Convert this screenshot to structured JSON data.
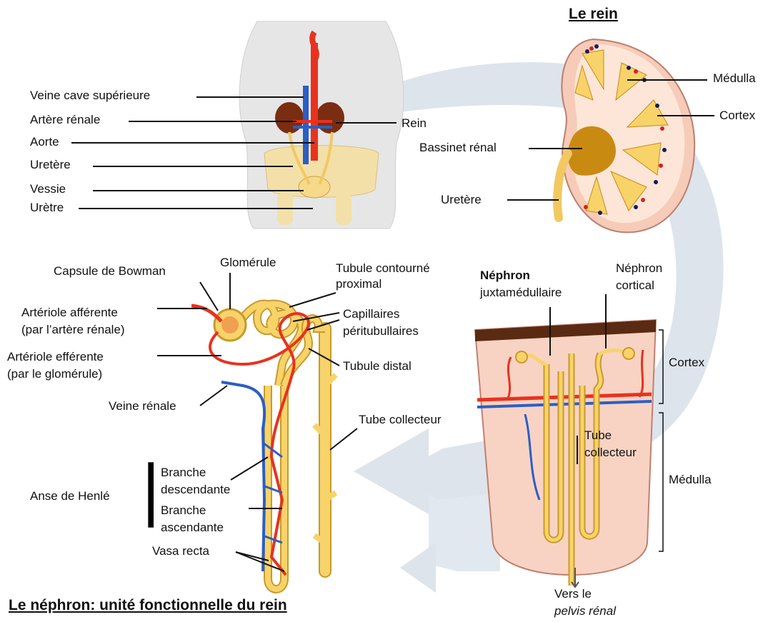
{
  "titles": {
    "kidney": "Le rein",
    "nephron": "Le néphron: unité fonctionnelle du rein"
  },
  "body_labels": {
    "veine_cave": "Veine cave supérieure",
    "artere_renale": "Artère rénale",
    "aorte": "Aorte",
    "uretere": "Uretère",
    "vessie": "Vessie",
    "uretre": "Urètre",
    "rein": "Rein"
  },
  "kidney_labels": {
    "medulla": "Médulla",
    "cortex": "Cortex",
    "bassinet": "Bassinet rénal",
    "uretere": "Uretère"
  },
  "nephron_labels": {
    "capsule": "Capsule de Bowman",
    "glomerule": "Glomérule",
    "tubule_proximal_1": "Tubule contourné",
    "tubule_proximal_2": "proximal",
    "arteriole_aff_1": "Artériole afférente",
    "arteriole_aff_2": "(par l’artère rénale)",
    "capillaires_1": "Capillaires",
    "capillaires_2": "péritubullaires",
    "arteriole_eff_1": "Artériole efférente",
    "arteriole_eff_2": "(par le glomérule)",
    "tubule_distal": "Tubule distal",
    "veine_renale": "Veine rénale",
    "tube_collecteur": "Tube collecteur",
    "anse": "Anse de Henlé",
    "branche_desc_1": "Branche",
    "branche_desc_2": "descendante",
    "branche_asc_1": "Branche",
    "branche_asc_2": "ascendante",
    "vasa_recta": "Vasa recta"
  },
  "section_labels": {
    "nephron_juxta_1": "Néphron",
    "nephron_juxta_2": "juxtamédullaire",
    "nephron_cort_1": "Néphron",
    "nephron_cort_2": "cortical",
    "cortex": "Cortex",
    "tube_1": "Tube",
    "tube_2": "collecteur",
    "medulla": "Médulla",
    "vers_1": "Vers le",
    "vers_2": "pelvis rénal"
  },
  "colors": {
    "artery": "#e8321e",
    "vein": "#2a5fc4",
    "tubule": "#f7d36a",
    "tubule_edge": "#c99a2a",
    "kidney_pink": "#f6cbb7",
    "kidney_medulla": "#c98a12",
    "cortex_brown": "#5a2a12",
    "arrow_pale": "#dfe6ee"
  }
}
